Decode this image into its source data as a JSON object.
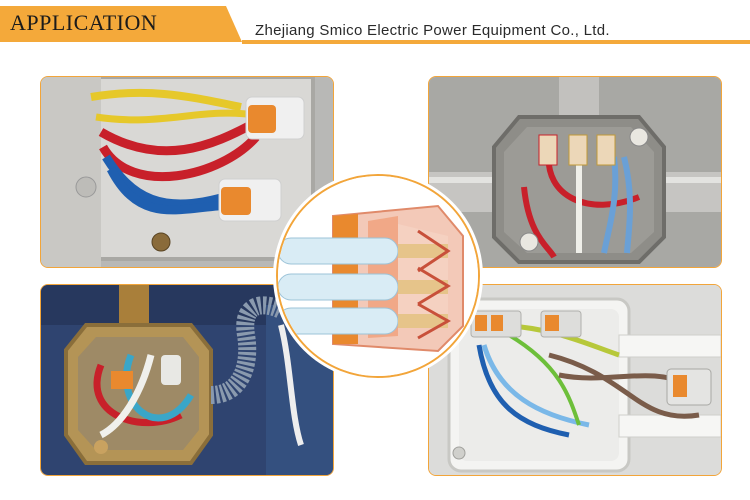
{
  "header": {
    "section_label": "APPLICATION",
    "company_name": "Zhejiang Smico Electric Power Equipment Co., Ltd."
  },
  "colors": {
    "accent": "#f4a93a",
    "connector_orange": "#e9892e",
    "wire_red": "#c8202a",
    "wire_blue": "#1f5fb0",
    "wire_yellow": "#e6c82a"
  },
  "panels": [
    {
      "name": "junction-box-photo-top-left"
    },
    {
      "name": "conduit-box-photo-top-right"
    },
    {
      "name": "octagon-box-photo-bottom-left"
    },
    {
      "name": "plastic-box-photo-bottom-right"
    }
  ]
}
